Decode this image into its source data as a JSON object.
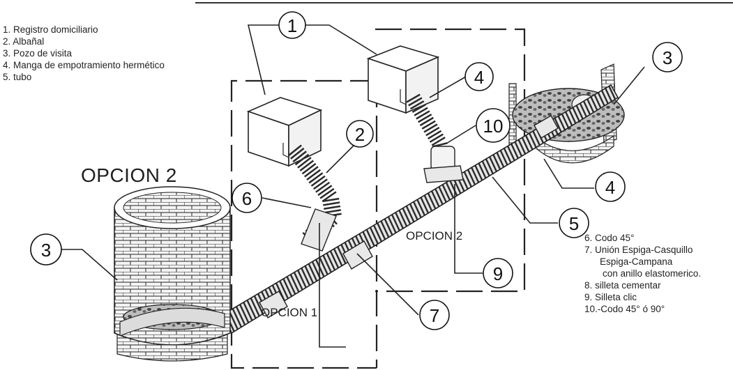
{
  "legend_left": [
    "1. Registro domiciliario",
    "2. Albañal",
    "3. Pozo de visita",
    "4. Manga de  empotramiento hermético",
    "5. tubo"
  ],
  "legend_right": [
    "6. Codo 45°",
    "7. Unión Espiga-Casquillo",
    "Espiga-Campana",
    "con anillo elastomerico.",
    "8. silleta cementar",
    "9. Silleta clic",
    "10.-Codo 45° ó 90°"
  ],
  "labels": {
    "opcion2_title": "OPCION 2",
    "opcion1": "OPCION 1",
    "opcion2": "OPCION 2"
  },
  "callouts": [
    "1",
    "2",
    "3",
    "4",
    "3",
    "4",
    "5",
    "6",
    "7",
    "9",
    "10"
  ],
  "colors": {
    "line": "#1a1a1a",
    "pipe_fill": "#dcdcdc",
    "pipe_rib": "#3a3a3a",
    "brick": "#f2f2f2",
    "paper": "#ffffff"
  }
}
